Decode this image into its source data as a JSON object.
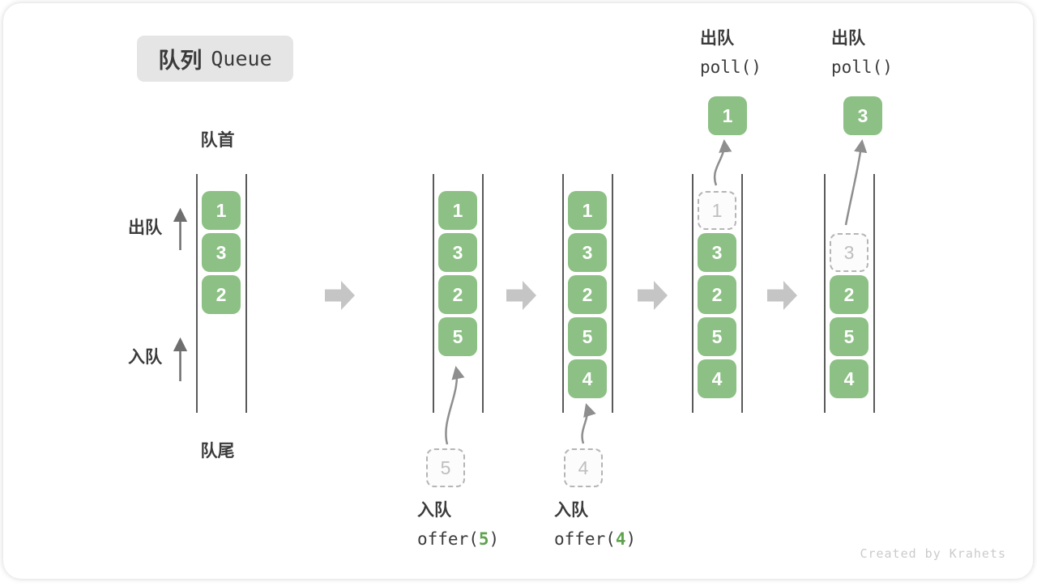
{
  "title": {
    "zh": "队列",
    "en": "Queue"
  },
  "labels": {
    "front": "队首",
    "rear": "队尾",
    "dequeue": "出队",
    "enqueue": "入队"
  },
  "queues": [
    {
      "name": "state-1",
      "cells": [
        {
          "slot": 0,
          "value": "1",
          "variant": "solid"
        },
        {
          "slot": 1,
          "value": "3",
          "variant": "solid"
        },
        {
          "slot": 2,
          "value": "2",
          "variant": "solid"
        }
      ]
    },
    {
      "name": "state-2-after-offer-5",
      "cells": [
        {
          "slot": 0,
          "value": "1",
          "variant": "solid"
        },
        {
          "slot": 1,
          "value": "3",
          "variant": "solid"
        },
        {
          "slot": 2,
          "value": "2",
          "variant": "solid"
        },
        {
          "slot": 3,
          "value": "5",
          "variant": "solid"
        }
      ],
      "incoming": "5"
    },
    {
      "name": "state-3-after-offer-4",
      "cells": [
        {
          "slot": 0,
          "value": "1",
          "variant": "solid"
        },
        {
          "slot": 1,
          "value": "3",
          "variant": "solid"
        },
        {
          "slot": 2,
          "value": "2",
          "variant": "solid"
        },
        {
          "slot": 3,
          "value": "5",
          "variant": "solid"
        },
        {
          "slot": 4,
          "value": "4",
          "variant": "solid"
        }
      ],
      "incoming": "4"
    },
    {
      "name": "state-4-after-poll-1",
      "cells": [
        {
          "slot": 0,
          "value": "1",
          "variant": "dashed"
        },
        {
          "slot": 1,
          "value": "3",
          "variant": "solid"
        },
        {
          "slot": 2,
          "value": "2",
          "variant": "solid"
        },
        {
          "slot": 3,
          "value": "5",
          "variant": "solid"
        },
        {
          "slot": 4,
          "value": "4",
          "variant": "solid"
        }
      ],
      "outgoing": "1"
    },
    {
      "name": "state-5-after-poll-3",
      "cells": [
        {
          "slot": 1,
          "value": "3",
          "variant": "dashed"
        },
        {
          "slot": 2,
          "value": "2",
          "variant": "solid"
        },
        {
          "slot": 3,
          "value": "5",
          "variant": "solid"
        },
        {
          "slot": 4,
          "value": "4",
          "variant": "solid"
        }
      ],
      "outgoing": "3"
    }
  ],
  "operations": [
    {
      "kind": "enqueue",
      "label": "入队",
      "code_pre": "offer(",
      "arg": "5",
      "code_post": ")"
    },
    {
      "kind": "enqueue",
      "label": "入队",
      "code_pre": "offer(",
      "arg": "4",
      "code_post": ")"
    },
    {
      "kind": "dequeue",
      "label": "出队",
      "code_pre": "poll()",
      "arg": "",
      "code_post": ""
    },
    {
      "kind": "dequeue",
      "label": "出队",
      "code_pre": "poll()",
      "arg": "",
      "code_post": ""
    }
  ],
  "watermark": "Created by Krahets",
  "colors": {
    "cell_green": "#8CC084",
    "cell_text": "#FFFFFF",
    "ghost_border": "#B5B5B5",
    "ghost_text": "#BEBEBE",
    "label_dark": "#3B3B3B",
    "code_arg_green": "#5FA24F",
    "block_arrow_gray": "#C5C5C5",
    "wall_gray": "#5A5A5A",
    "curve_arrow_gray": "#8E8E8E",
    "side_arrow_gray": "#6E6E6E",
    "title_bg": "#E5E5E5",
    "watermark_gray": "#CBCBCB"
  }
}
